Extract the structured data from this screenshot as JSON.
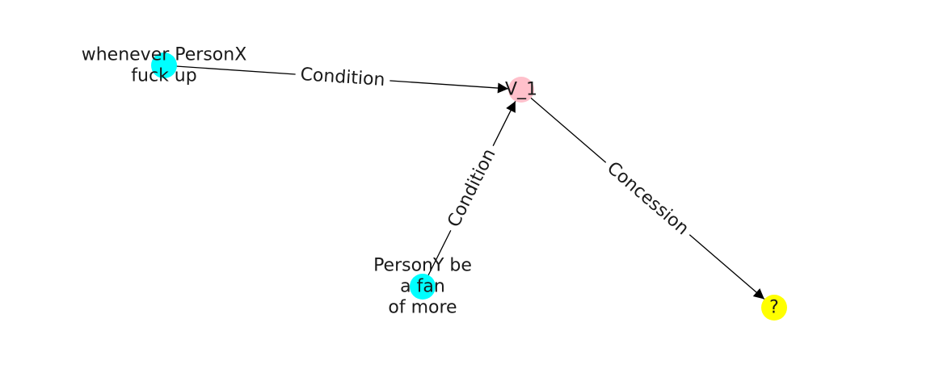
{
  "diagram": {
    "nodes": [
      {
        "id": "n1",
        "lines": [
          "whenever PersonX",
          "fuck up"
        ],
        "color": "#00ffff"
      },
      {
        "id": "n2",
        "lines": [
          "V_1"
        ],
        "color": "#ffc0cb"
      },
      {
        "id": "n3",
        "lines": [
          "PersonY be",
          "a fan",
          "of more"
        ],
        "color": "#00ffff"
      },
      {
        "id": "n4",
        "lines": [
          "?"
        ],
        "color": "#ffff00"
      }
    ],
    "edges": [
      {
        "source": "n1",
        "target": "n2",
        "label": "Condition"
      },
      {
        "source": "n3",
        "target": "n2",
        "label": "Condition"
      },
      {
        "source": "n2",
        "target": "n4",
        "label": "Concession"
      }
    ]
  }
}
